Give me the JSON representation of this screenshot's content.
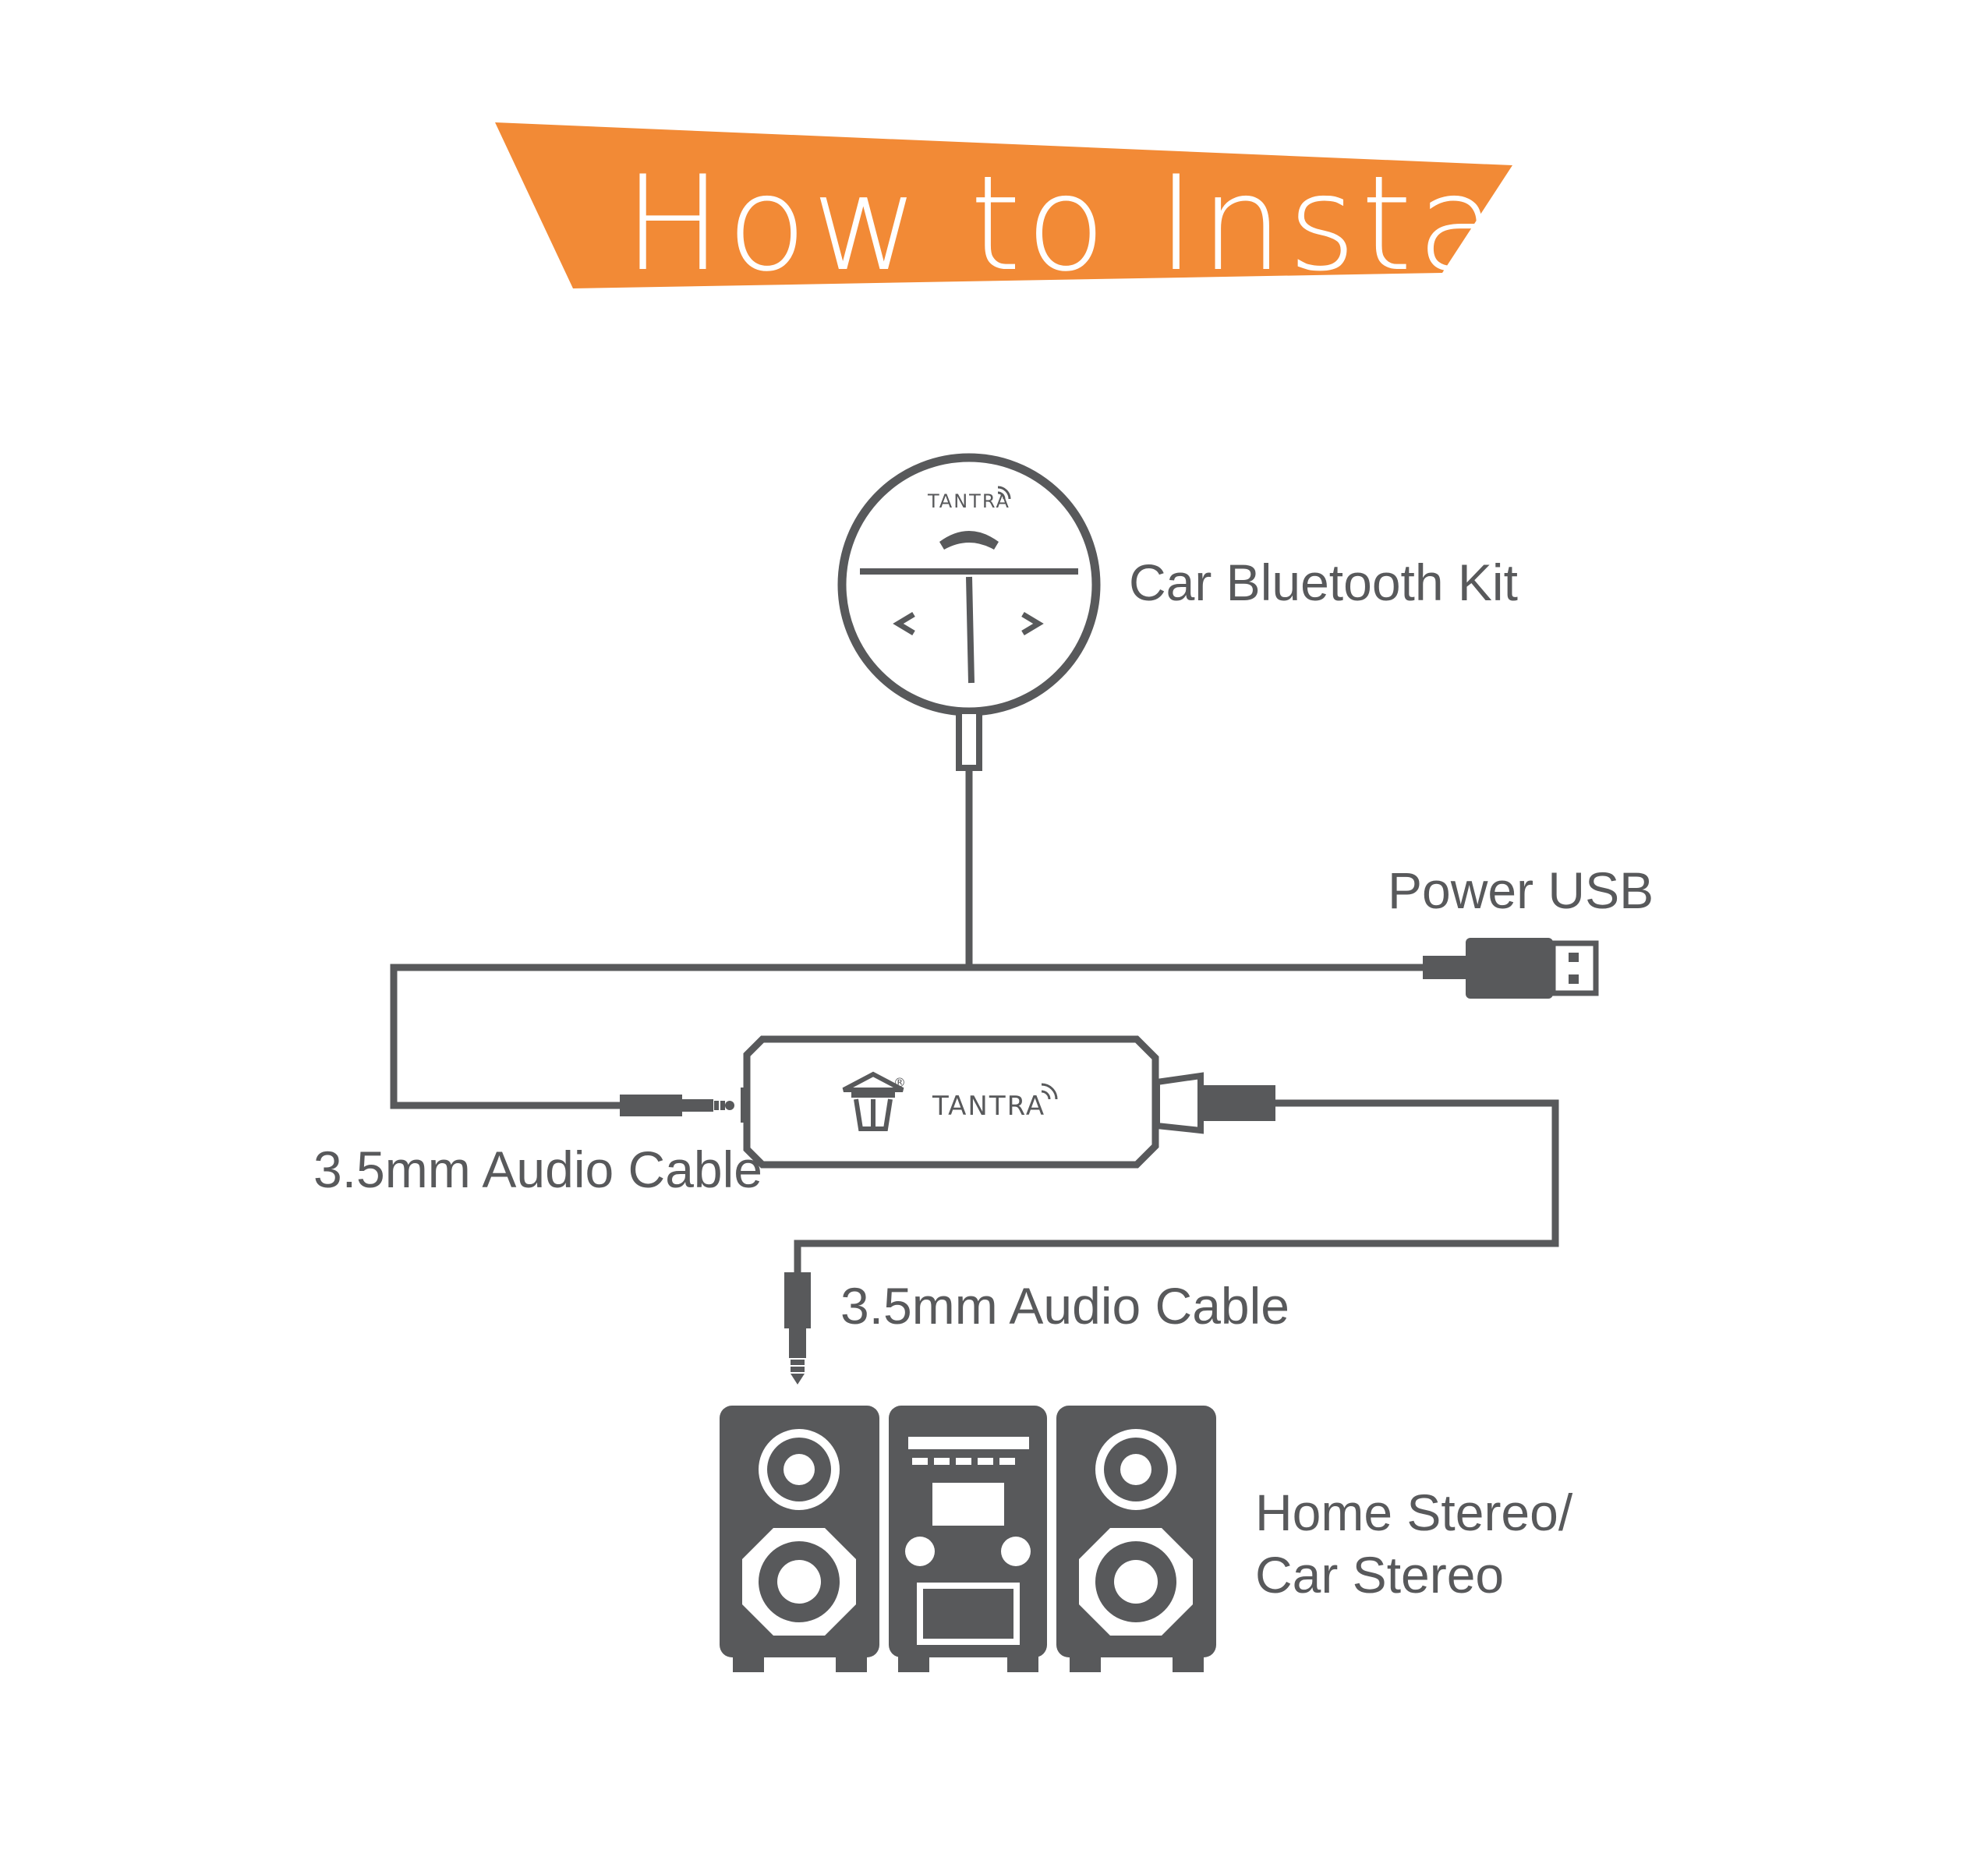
{
  "title": "How to Install",
  "labels": {
    "bluetooth_kit": "Car Bluetooth Kit",
    "power_usb": "Power USB",
    "audio_cable_left": "3.5mm Audio Cable",
    "audio_cable_bottom": "3.5mm Audio Cable",
    "stereo_line1": "Home Stereo/",
    "stereo_line2": "Car Stereo"
  },
  "brand": {
    "puck": "TANTRA",
    "receiver": "TANTRA",
    "registered_mark": "®"
  },
  "colors": {
    "accent": "#f28a36",
    "ink": "#58595b",
    "background": "#ffffff"
  },
  "icons": [
    "phone-icon",
    "chevron-left-icon",
    "chevron-right-icon",
    "usb-plug-icon",
    "audio-jack-icon",
    "tantra-logo-icon",
    "speaker-icon",
    "stereo-unit-icon",
    "signal-icon"
  ]
}
